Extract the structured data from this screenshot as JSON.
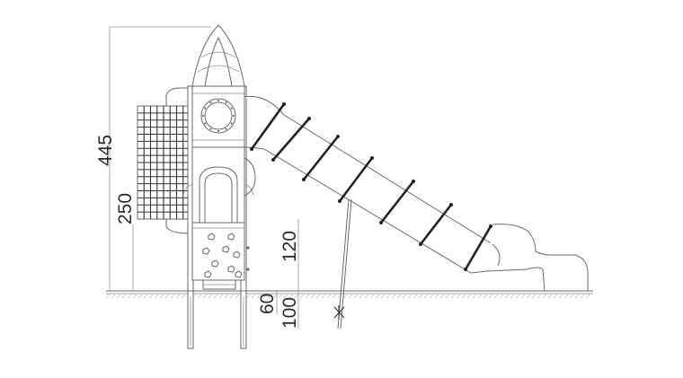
{
  "dimensions": {
    "overall_height": "445",
    "deck_height": "250",
    "wall_height": "120",
    "foundation_depth": "60",
    "post_depth": "100"
  },
  "colors": {
    "line": "#6a6a6a",
    "dark": "#222222",
    "text": "#2a2a2a",
    "background": "#ffffff"
  }
}
